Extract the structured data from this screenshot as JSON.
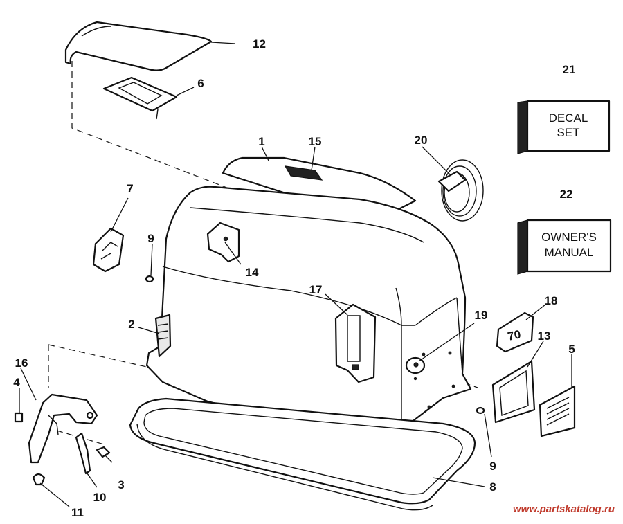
{
  "callouts": [
    {
      "id": "1",
      "label": "1"
    },
    {
      "id": "2",
      "label": "2"
    },
    {
      "id": "3",
      "label": "3"
    },
    {
      "id": "4",
      "label": "4"
    },
    {
      "id": "5",
      "label": "5"
    },
    {
      "id": "6",
      "label": "6"
    },
    {
      "id": "7",
      "label": "7"
    },
    {
      "id": "8",
      "label": "8"
    },
    {
      "id": "9a",
      "label": "9"
    },
    {
      "id": "9b",
      "label": "9"
    },
    {
      "id": "10",
      "label": "10"
    },
    {
      "id": "11",
      "label": "11"
    },
    {
      "id": "12",
      "label": "12"
    },
    {
      "id": "13",
      "label": "13"
    },
    {
      "id": "14",
      "label": "14"
    },
    {
      "id": "15",
      "label": "15"
    },
    {
      "id": "16",
      "label": "16"
    },
    {
      "id": "17",
      "label": "17"
    },
    {
      "id": "18",
      "label": "18"
    },
    {
      "id": "19",
      "label": "19"
    },
    {
      "id": "20",
      "label": "20"
    },
    {
      "id": "21",
      "label": "21"
    },
    {
      "id": "22",
      "label": "22"
    }
  ],
  "decal_box": {
    "line1": "DECAL",
    "line2": "SET"
  },
  "manual_box": {
    "line1": "OWNER'S",
    "line2": "MANUAL"
  },
  "emblem_text": "70",
  "footer": {
    "url": "www.partskatalog.ru",
    "color": "#c0392b"
  }
}
